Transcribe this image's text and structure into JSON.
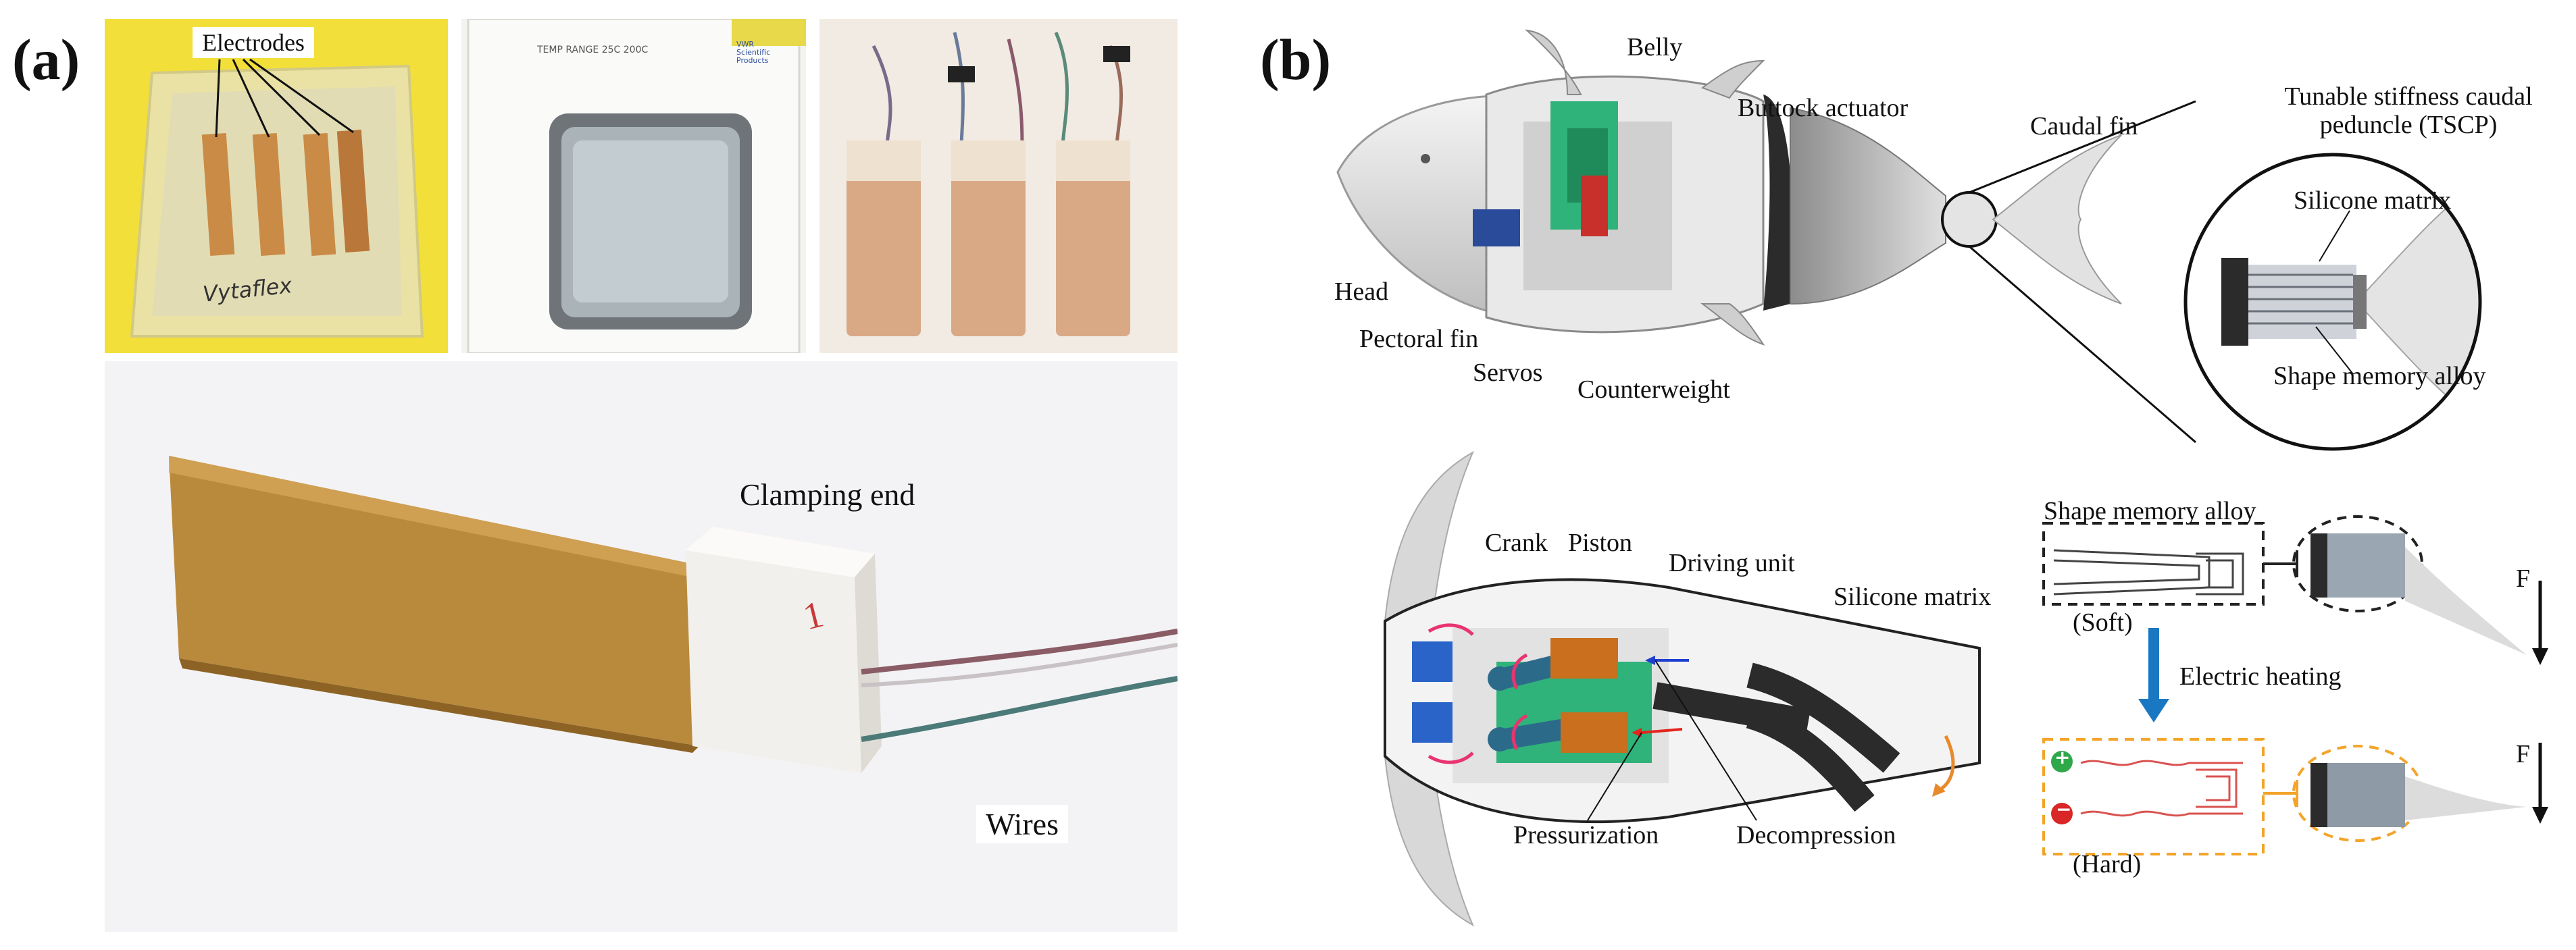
{
  "panel_a": {
    "letter": "(a)",
    "electrodes_label": "Electrodes",
    "handwriting": "Vytaflex",
    "oven_plate_text": "TEMP RANGE 25C 200C",
    "oven_brand_text": "VWR Scientific Products",
    "clamping_end_label": "Clamping end",
    "wires_label": "Wires",
    "clamp_mark": "1"
  },
  "panel_b": {
    "letter": "(b)",
    "labels": {
      "belly": "Belly",
      "buttock_actuator": "Buttock actuator",
      "caudal_fin": "Caudal fin",
      "tscp": "Tunable stiffness caudal peduncle (TSCP)",
      "head": "Head",
      "pectoral_fin": "Pectoral fin",
      "servos": "Servos",
      "counterweight": "Counterweight",
      "silicone_matrix_zoom": "Silicone matrix",
      "sma_zoom": "Shape memory alloy"
    },
    "lower": {
      "crank": "Crank",
      "piston": "Piston",
      "driving_unit": "Driving unit",
      "silicone_matrix": "Silicone matrix",
      "pressurization": "Pressurization",
      "decompression": "Decompression"
    },
    "right": {
      "sma": "Shape memory alloy",
      "soft": "(Soft)",
      "electric_heating": "Electric heating",
      "hard": "(Hard)",
      "force_top": "F",
      "force_bottom": "F",
      "plus": "+",
      "minus": "−"
    }
  },
  "colors": {
    "yellow_bg": "#f2df3a",
    "amber_sample": "#b07a35",
    "green_part": "#2fb37a",
    "orange_piston": "#c96f1e",
    "red_arrow": "#e3261c",
    "blue_arrow": "#1f3fd1",
    "pink_arrow": "#e8346f",
    "heating_arrow": "#1a78c2",
    "hard_box": "#f3a42a"
  }
}
